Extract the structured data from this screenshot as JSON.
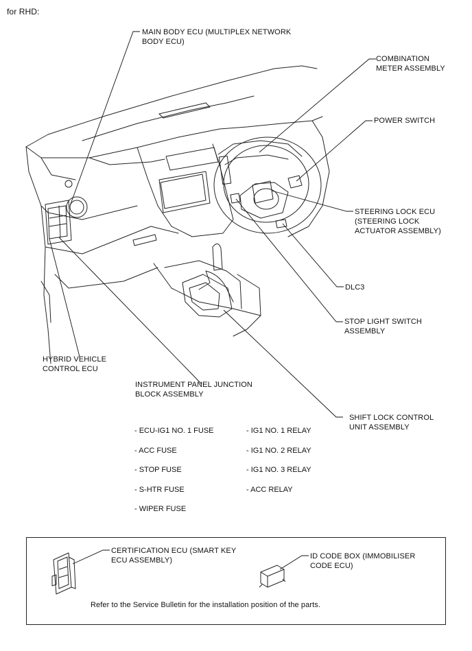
{
  "header": "for RHD:",
  "labels": {
    "main_body_ecu": "MAIN BODY ECU (MULTIPLEX NETWORK\nBODY ECU)",
    "combination_meter": "COMBINATION\nMETER ASSEMBLY",
    "power_switch": "POWER SWITCH",
    "steering_lock_ecu": "STEERING LOCK ECU\n(STEERING LOCK\nACTUATOR ASSEMBLY)",
    "dlc3": "DLC3",
    "stop_light_switch": "STOP LIGHT SWITCH\nASSEMBLY",
    "hybrid_vehicle_ecu": "HYBRID VEHICLE\nCONTROL ECU",
    "instrument_panel_jb": "INSTRUMENT PANEL JUNCTION\nBLOCK ASSEMBLY",
    "shift_lock_control": "SHIFT LOCK CONTROL\nUNIT ASSEMBLY"
  },
  "junction_block_items": {
    "left": [
      "- ECU-IG1 NO. 1 FUSE",
      "- ACC FUSE",
      "- STOP FUSE",
      "- S-HTR FUSE",
      "- WIPER FUSE"
    ],
    "right": [
      "- IG1 NO. 1 RELAY",
      "- IG1 NO. 2 RELAY",
      "- IG1 NO. 3 RELAY",
      "- ACC RELAY"
    ]
  },
  "inset": {
    "certification_ecu": "CERTIFICATION ECU (SMART KEY\nECU ASSEMBLY)",
    "id_code_box": "ID CODE BOX (IMMOBILISER\nCODE ECU)",
    "note": "Refer to the Service Bulletin for the installation position of the parts."
  }
}
